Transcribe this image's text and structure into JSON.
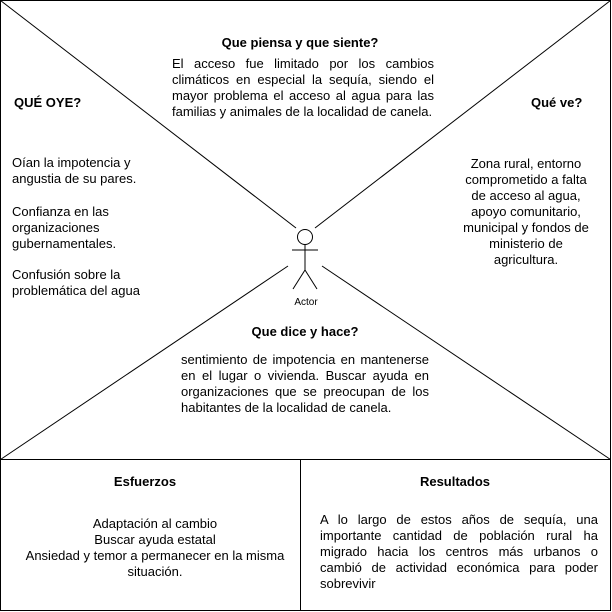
{
  "thinks": {
    "title": "Que piensa y que siente?",
    "text": "El acceso fue limitado por los cambios climáticos en especial la sequía, siendo el mayor problema el acceso al agua para las familias y animales de la localidad de canela."
  },
  "hears": {
    "title": "QUÉ OYE?",
    "items": [
      "Oían la impotencia  y angustia de su pares.",
      "Confianza en las organizaciones gubernamentales.",
      "Confusión sobre la problemática del agua"
    ]
  },
  "sees": {
    "title": "Qué ve?",
    "text": "Zona rural, entorno comprometido a falta de acceso al agua, apoyo comunitario, municipal y fondos de ministerio de agricultura."
  },
  "actor": {
    "label": "Actor"
  },
  "says": {
    "title": "Que dice y hace?",
    "text": "sentimiento de impotencia en mantenerse en el lugar o vivienda. Buscar ayuda en organizaciones que se preocupan de los habitantes de la localidad de canela."
  },
  "efforts": {
    "title": "Esfuerzos",
    "items": [
      "Adaptación al cambio",
      "Buscar ayuda estatal",
      "Ansiedad y temor a permanecer en la misma situación."
    ]
  },
  "results": {
    "title": "Resultados",
    "text": "A lo largo de estos años de sequía, una importante cantidad de población rural ha migrado hacia los centros más urbanos o cambió de actividad económica para poder sobrevivir"
  }
}
